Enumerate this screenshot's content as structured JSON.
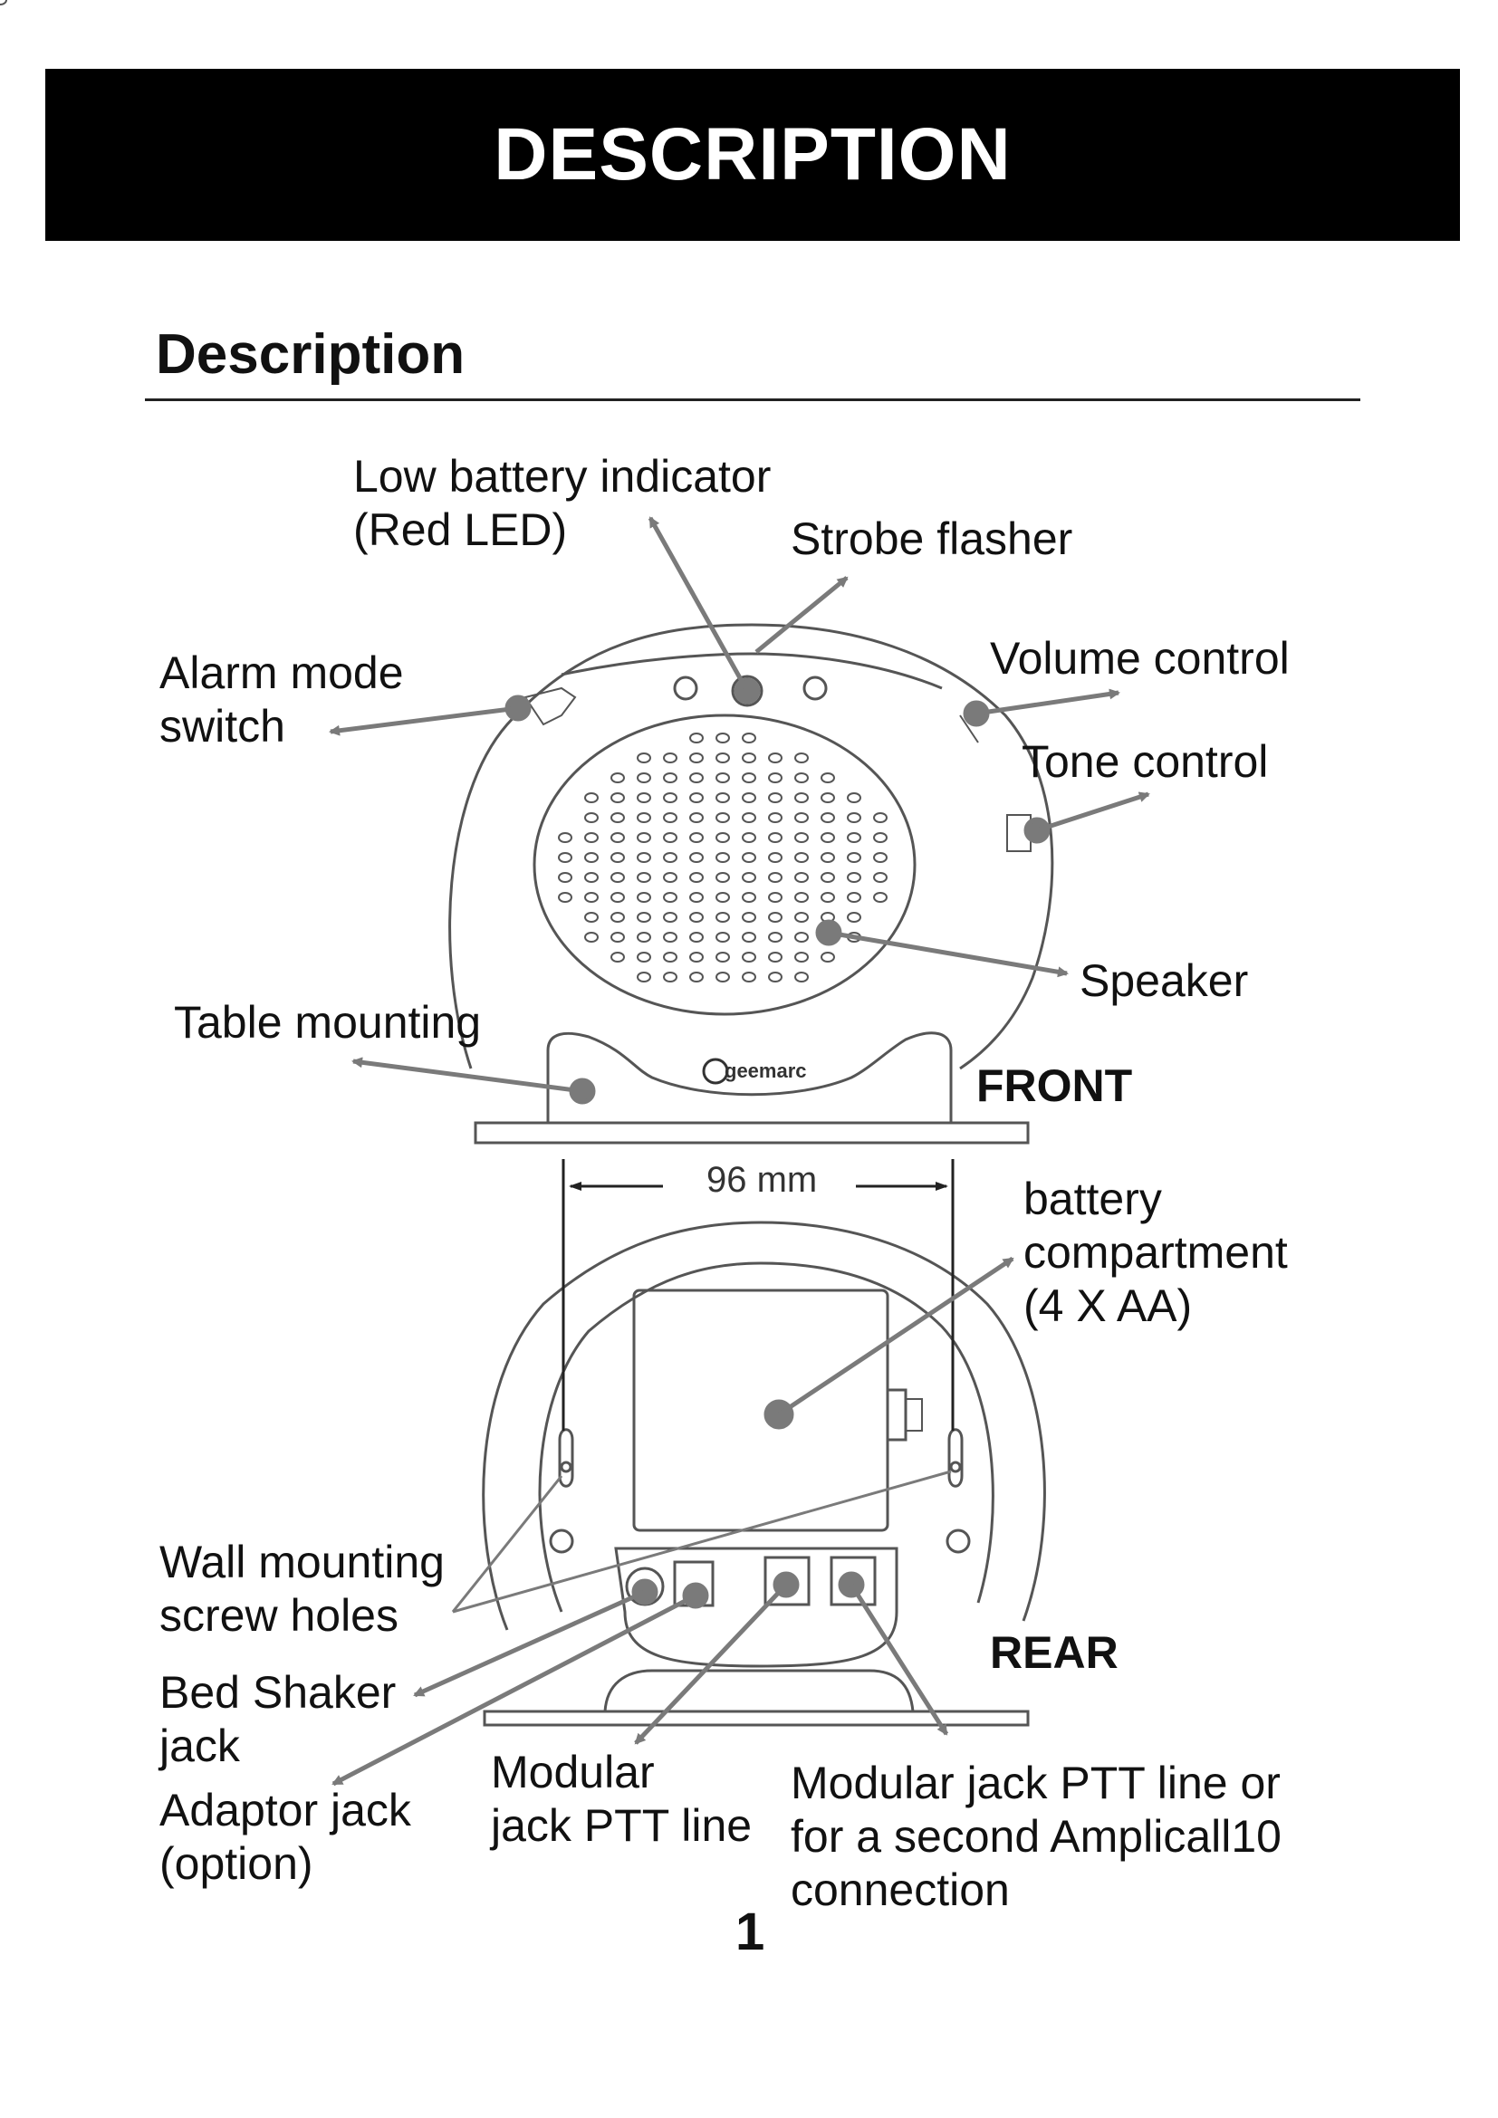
{
  "header": {
    "banner": "DESCRIPTION"
  },
  "section": {
    "title": "Description"
  },
  "labels": {
    "low_battery": [
      "Low battery indicator",
      "(Red LED)"
    ],
    "strobe": "Strobe flasher",
    "alarm_mode": [
      "Alarm mode",
      "switch"
    ],
    "volume": "Volume control",
    "tone": "Tone control",
    "speaker": "Speaker",
    "table_mounting": "Table mounting",
    "front": "FRONT",
    "dimension": "96 mm",
    "battery": [
      "battery",
      "compartment",
      "(4 X AA)"
    ],
    "wall_mounting": [
      "Wall mounting",
      "screw holes"
    ],
    "bed_shaker": [
      "Bed Shaker",
      "jack"
    ],
    "adaptor": [
      "Adaptor jack",
      "(option)"
    ],
    "modular1": [
      "Modular",
      "jack PTT line"
    ],
    "modular2": [
      "Modular jack PTT line or",
      "for a second Amplicall10",
      "connection"
    ],
    "rear": "REAR"
  },
  "brand_logo": "geemarc",
  "page_number": "1",
  "colors": {
    "arrow": "#7a7a7a",
    "outline": "#555555",
    "banner": "#000000"
  }
}
